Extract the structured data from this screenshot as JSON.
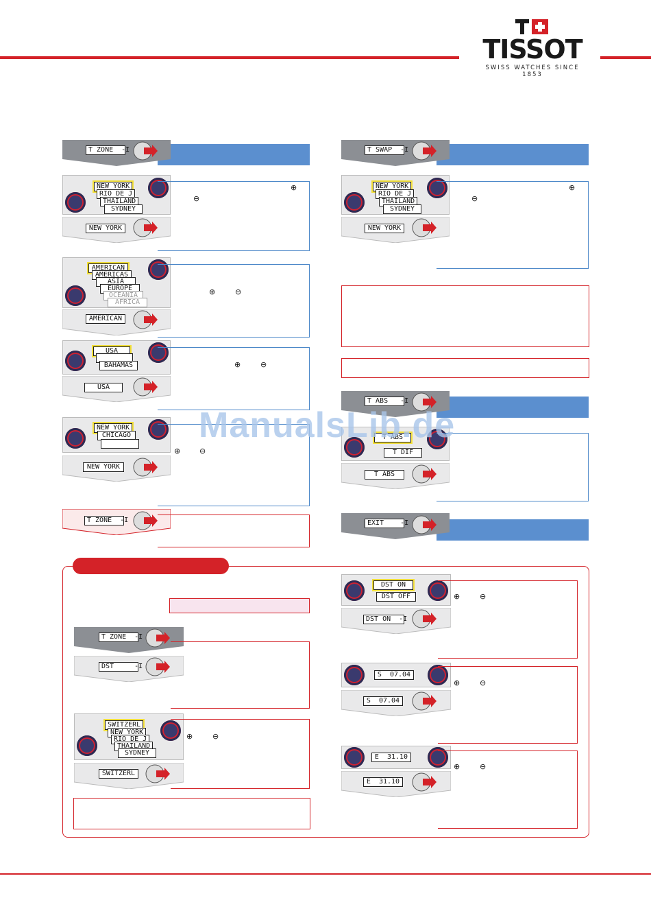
{
  "brand": {
    "name": "TISSOT",
    "tagline": "SWISS WATCHES SINCE 1853",
    "accent": "#d42228",
    "blue": "#5b8fcf"
  },
  "watermark": "ManualsLib.de",
  "symbols": {
    "plus": "⊕",
    "minus": "⊖"
  },
  "left": {
    "tzone": {
      "lcd": "T ZONE  -I"
    },
    "city": {
      "options": [
        "NEW YORK",
        "RIO DE J",
        "THAILAND",
        "SYDNEY"
      ],
      "result": "NEW YORK"
    },
    "continent": {
      "options": [
        "AMERICAN",
        "AMERICAS",
        "ASIA",
        "EUROPE",
        "OCEANIA",
        "AFRICA"
      ],
      "result": "AMERICAN"
    },
    "country": {
      "options": [
        "USA",
        "",
        "BAHAMAS"
      ],
      "result": "USA"
    },
    "usa_city": {
      "options": [
        "NEW YORK",
        "CHICAGO"
      ],
      "result": "NEW YORK"
    },
    "tzone_end": {
      "lcd": "T ZONE  -I"
    }
  },
  "right": {
    "tswap": {
      "lcd": "T SWAP  -I"
    },
    "city": {
      "options": [
        "NEW YORK",
        "RIO DE J",
        "THAILAND",
        "SYDNEY"
      ],
      "result": "NEW YORK"
    },
    "tabs": {
      "lcd": "T ABS   -I",
      "options": [
        "T ABS",
        "T DIF"
      ],
      "result": "T ABS"
    },
    "exit": {
      "lcd": "EXIT    -I"
    }
  },
  "dst": {
    "tzone": {
      "lcd": "T ZONE  -I"
    },
    "dst": {
      "lcd": "DST     -I"
    },
    "country": {
      "options": [
        "SWITZERL",
        "NEW YORK",
        "RIO DE J",
        "THAILAND",
        "SYDNEY"
      ],
      "result": "SWITZERL"
    },
    "onoff": {
      "options": [
        "DST ON",
        "DST OFF"
      ],
      "result": "DST ON  -I"
    },
    "start": {
      "lcd": "S  07.04"
    },
    "end": {
      "lcd": "E  31.10"
    }
  }
}
